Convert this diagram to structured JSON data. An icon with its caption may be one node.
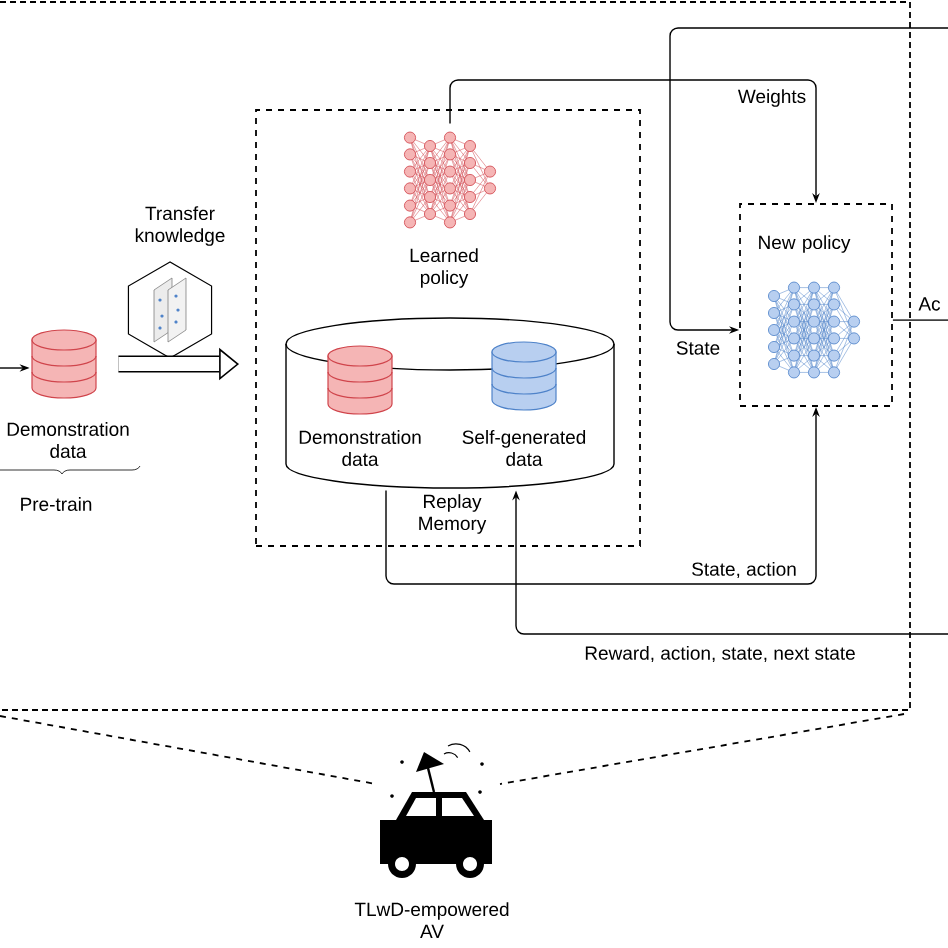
{
  "diagram": {
    "nodes": [
      {
        "text": [
          "Demonstration data"
        ]
      },
      {
        "text": [
          "Transfer knowledge"
        ]
      },
      {
        "text": [],
        "shape": "box"
      },
      {
        "text": [
          "Learned policy"
        ],
        "in": 2
      },
      {
        "text": [
          "Replay Memory"
        ],
        "in": 2
      },
      {
        "text": [
          "Demonstration data"
        ],
        "in": 4
      },
      {
        "text": [
          "Self-generated data"
        ],
        "in": 4
      },
      {
        "text": [
          "New policy"
        ]
      },
      {
        "text": [
          "TLwD-empowered AV"
        ]
      }
    ],
    "edges": [
      {
        "from": null,
        "to": 0,
        "arrow": "to"
      },
      {
        "from": 0,
        "to": 2,
        "arrow": "to",
        "style": "thick"
      },
      {
        "from": 3,
        "to": 7,
        "arrow": "to",
        "label": "Weights"
      },
      {
        "from": null,
        "to": 7,
        "arrow": "to",
        "label": "State"
      },
      {
        "from": 7,
        "to": null,
        "arrow": "none",
        "label": "Ac"
      },
      {
        "from": 4,
        "to": 7,
        "arrow": "to",
        "label": "State, action"
      },
      {
        "from": null,
        "to": 4,
        "arrow": "to",
        "label": "Reward, action, state, next state"
      }
    ],
    "labels": [
      "Pre-train"
    ]
  }
}
